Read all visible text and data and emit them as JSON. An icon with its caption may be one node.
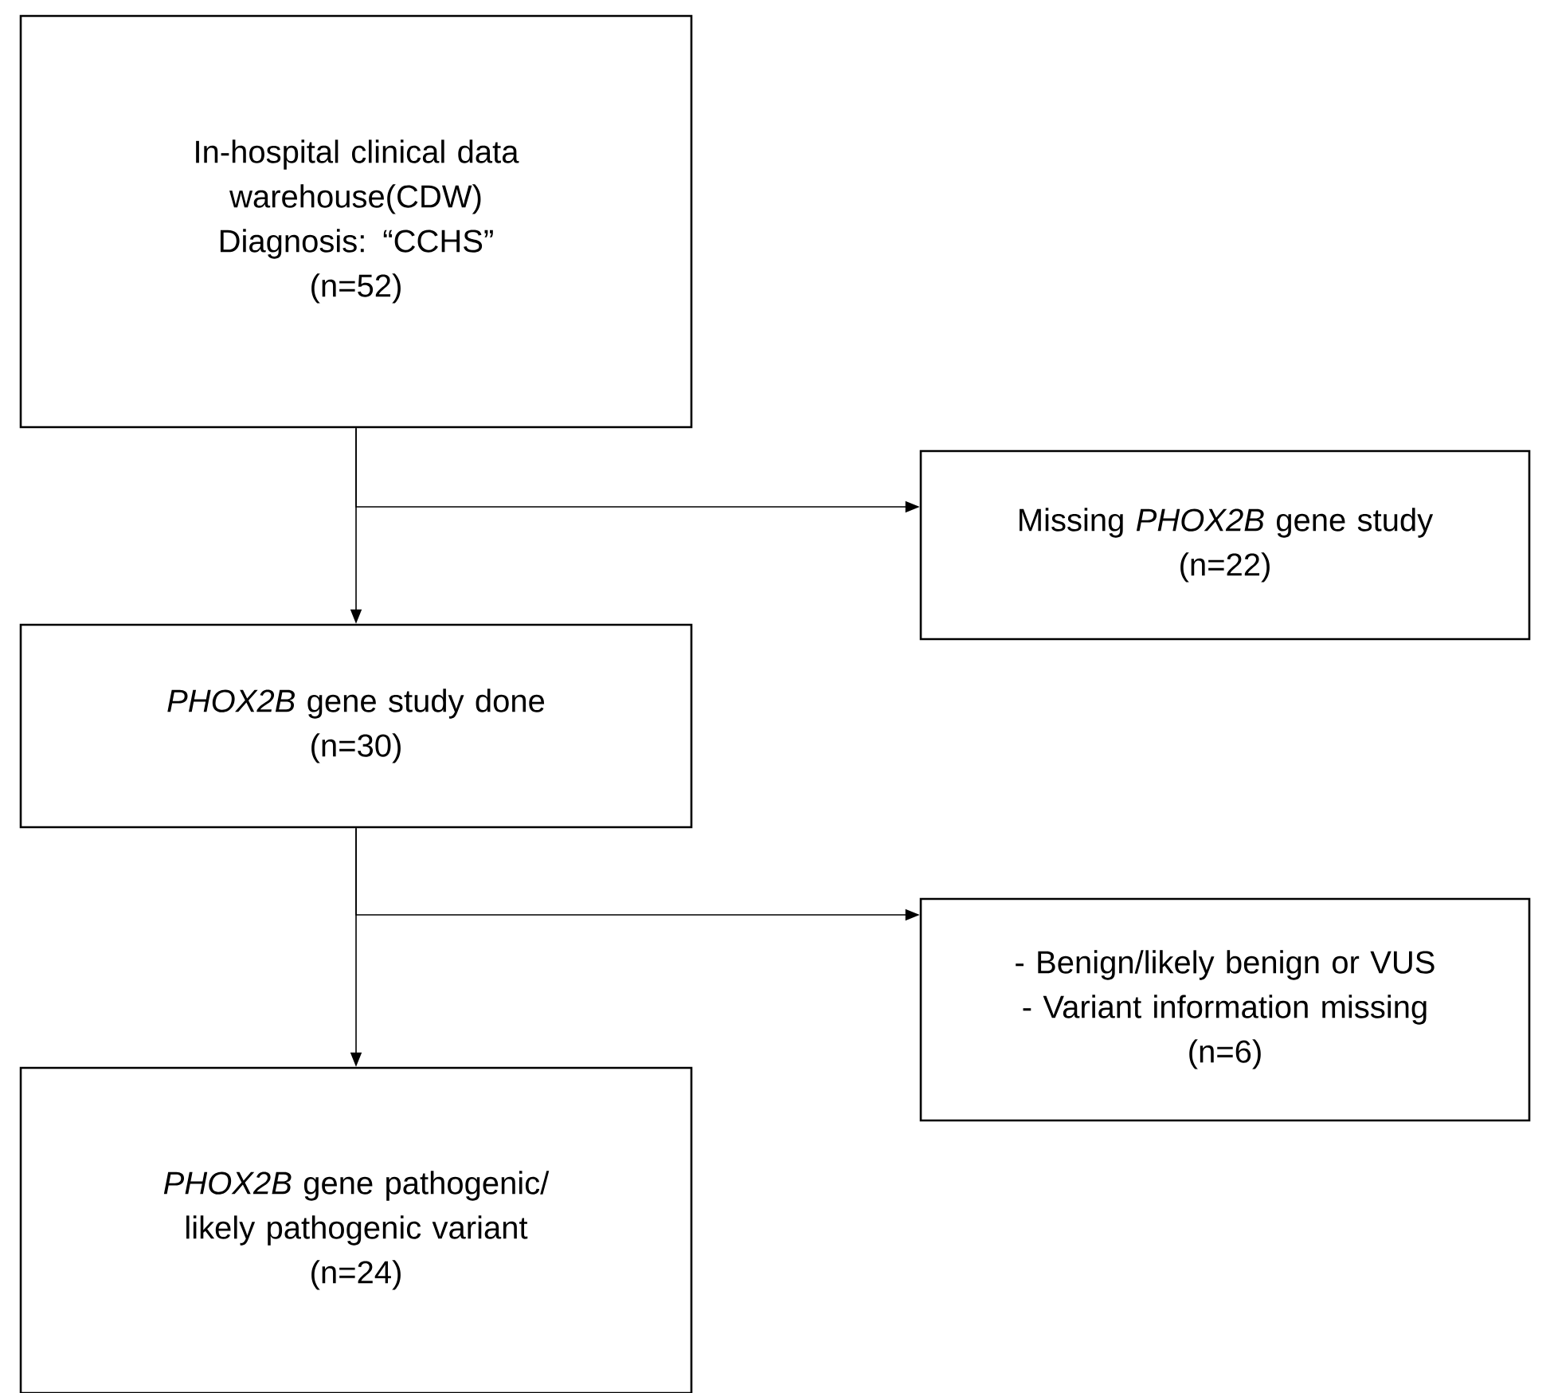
{
  "diagram": {
    "nodes": [
      {
        "text": [
          "In-hospital clinical data warehouse(CDW)",
          "Diagnosis: “CCHS”",
          "(n=52)"
        ]
      },
      {
        "text": [
          "Missing *PHOX2B* gene study",
          "(n=22)"
        ]
      },
      {
        "text": [
          "*PHOX2B* gene study done",
          "(n=30)"
        ]
      },
      {
        "text": [
          "- Benign/likely benign or VUS",
          "- Variant information missing",
          "(n=6)"
        ]
      },
      {
        "text": [
          "*PHOX2B* gene pathogenic/ likely pathogenic variant",
          "(n=24)"
        ]
      }
    ],
    "edges": [
      {
        "from": 0,
        "to": 2,
        "arrow": "to"
      },
      {
        "from": 0,
        "to": 1,
        "arrow": "to"
      },
      {
        "from": 2,
        "to": 4,
        "arrow": "to"
      },
      {
        "from": 2,
        "to": 3,
        "arrow": "to"
      }
    ]
  }
}
